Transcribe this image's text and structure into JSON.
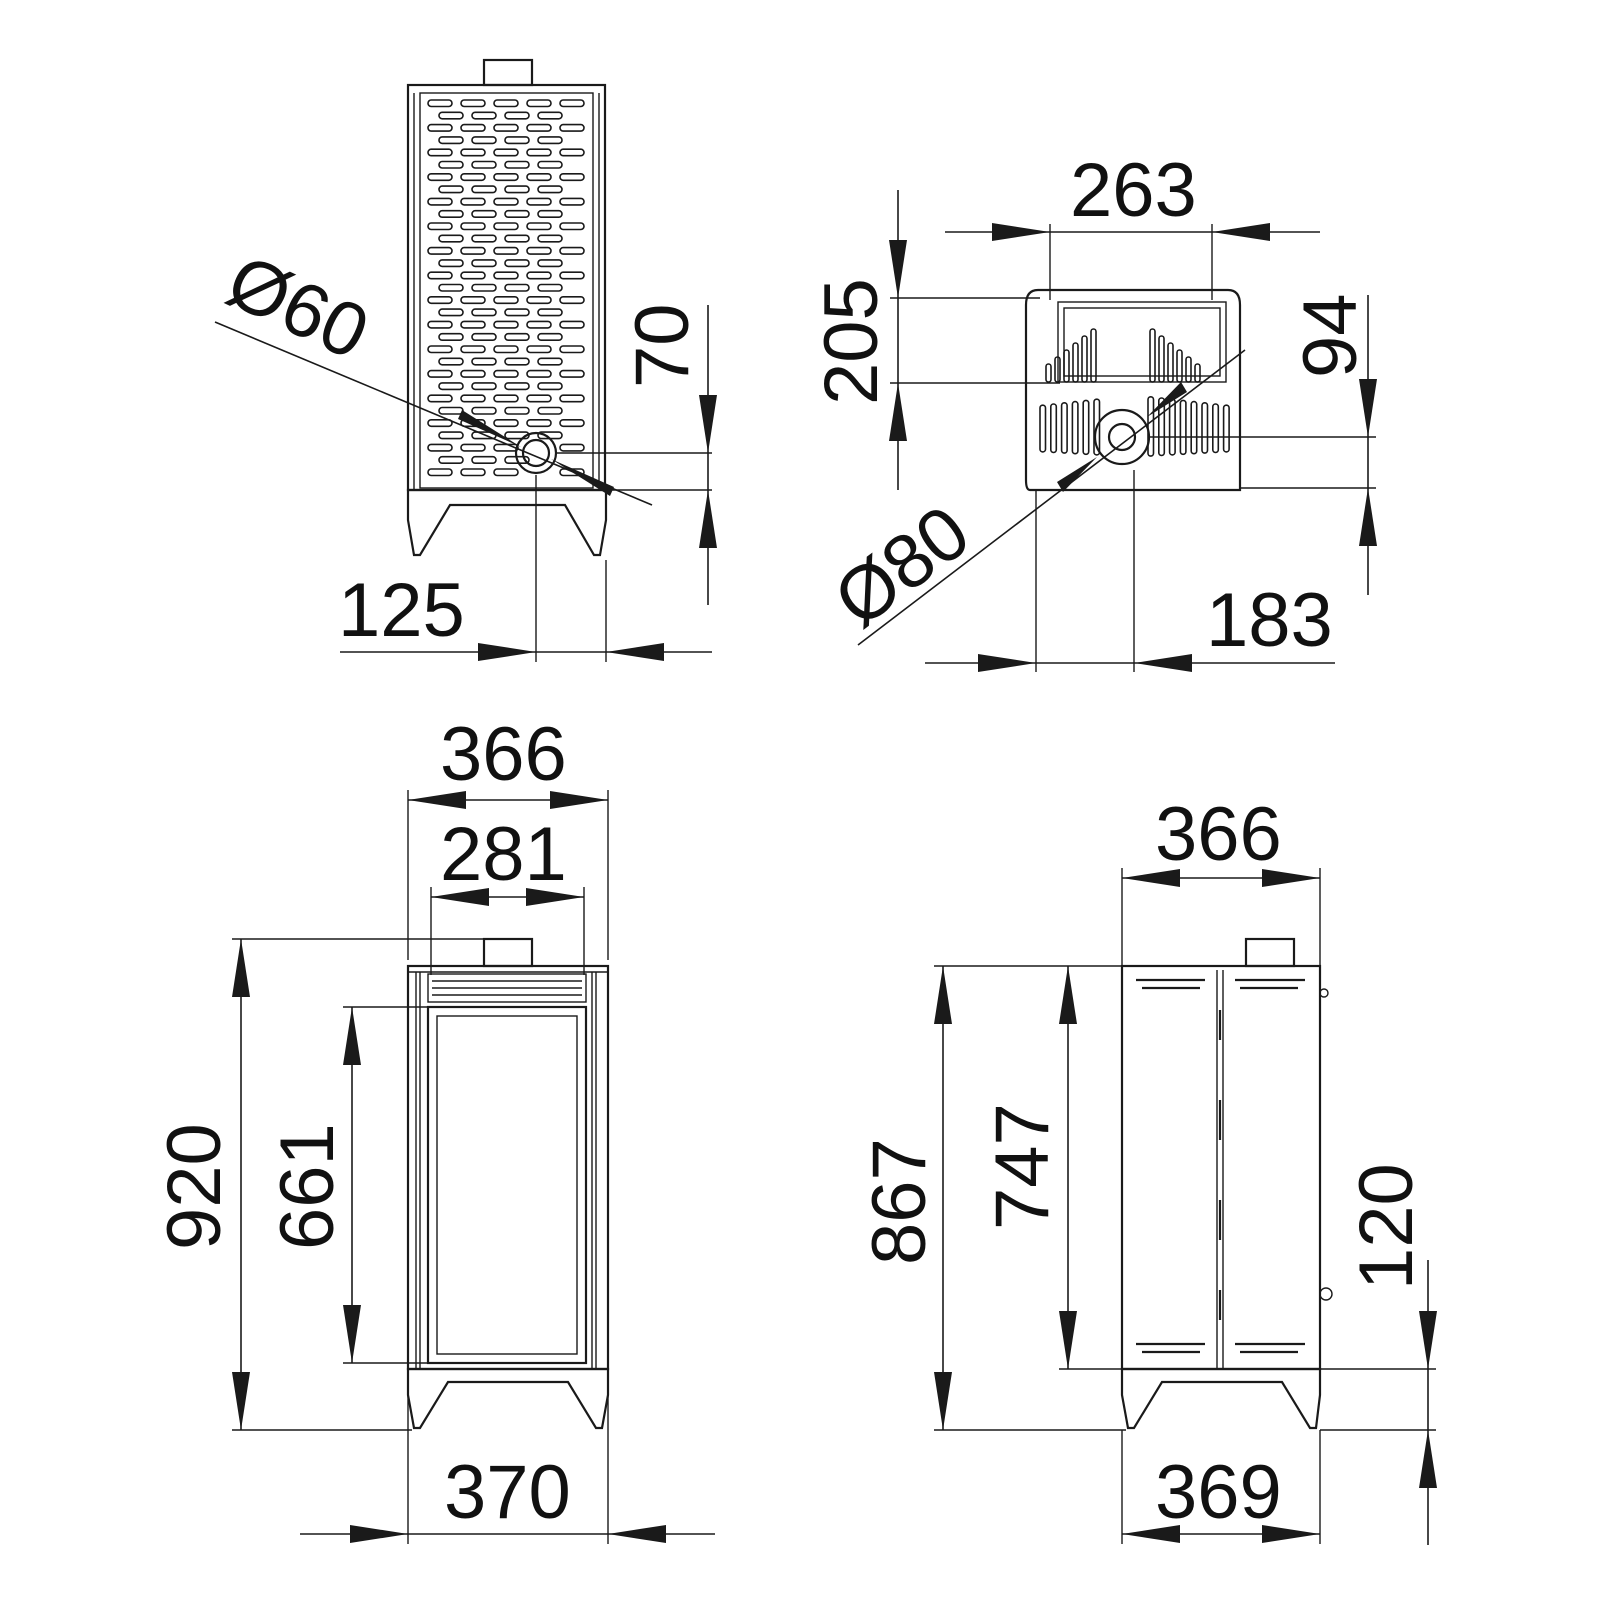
{
  "drawing": {
    "rear_view": {
      "diameter_label": "Ø60",
      "height_label": "70",
      "offset_label": "125"
    },
    "top_view": {
      "width_label": "263",
      "depth_label": "205",
      "outlet_height_label": "94",
      "diameter_label": "Ø80",
      "offset_label": "183"
    },
    "front_view": {
      "outer_width_label": "366",
      "inner_width_label": "281",
      "total_height_label": "920",
      "glass_height_label": "661",
      "base_width_label": "370"
    },
    "side_view": {
      "width_label": "366",
      "body_height_label": "867",
      "panel_height_label": "747",
      "inlet_height_label": "120",
      "base_width_label": "369"
    }
  }
}
